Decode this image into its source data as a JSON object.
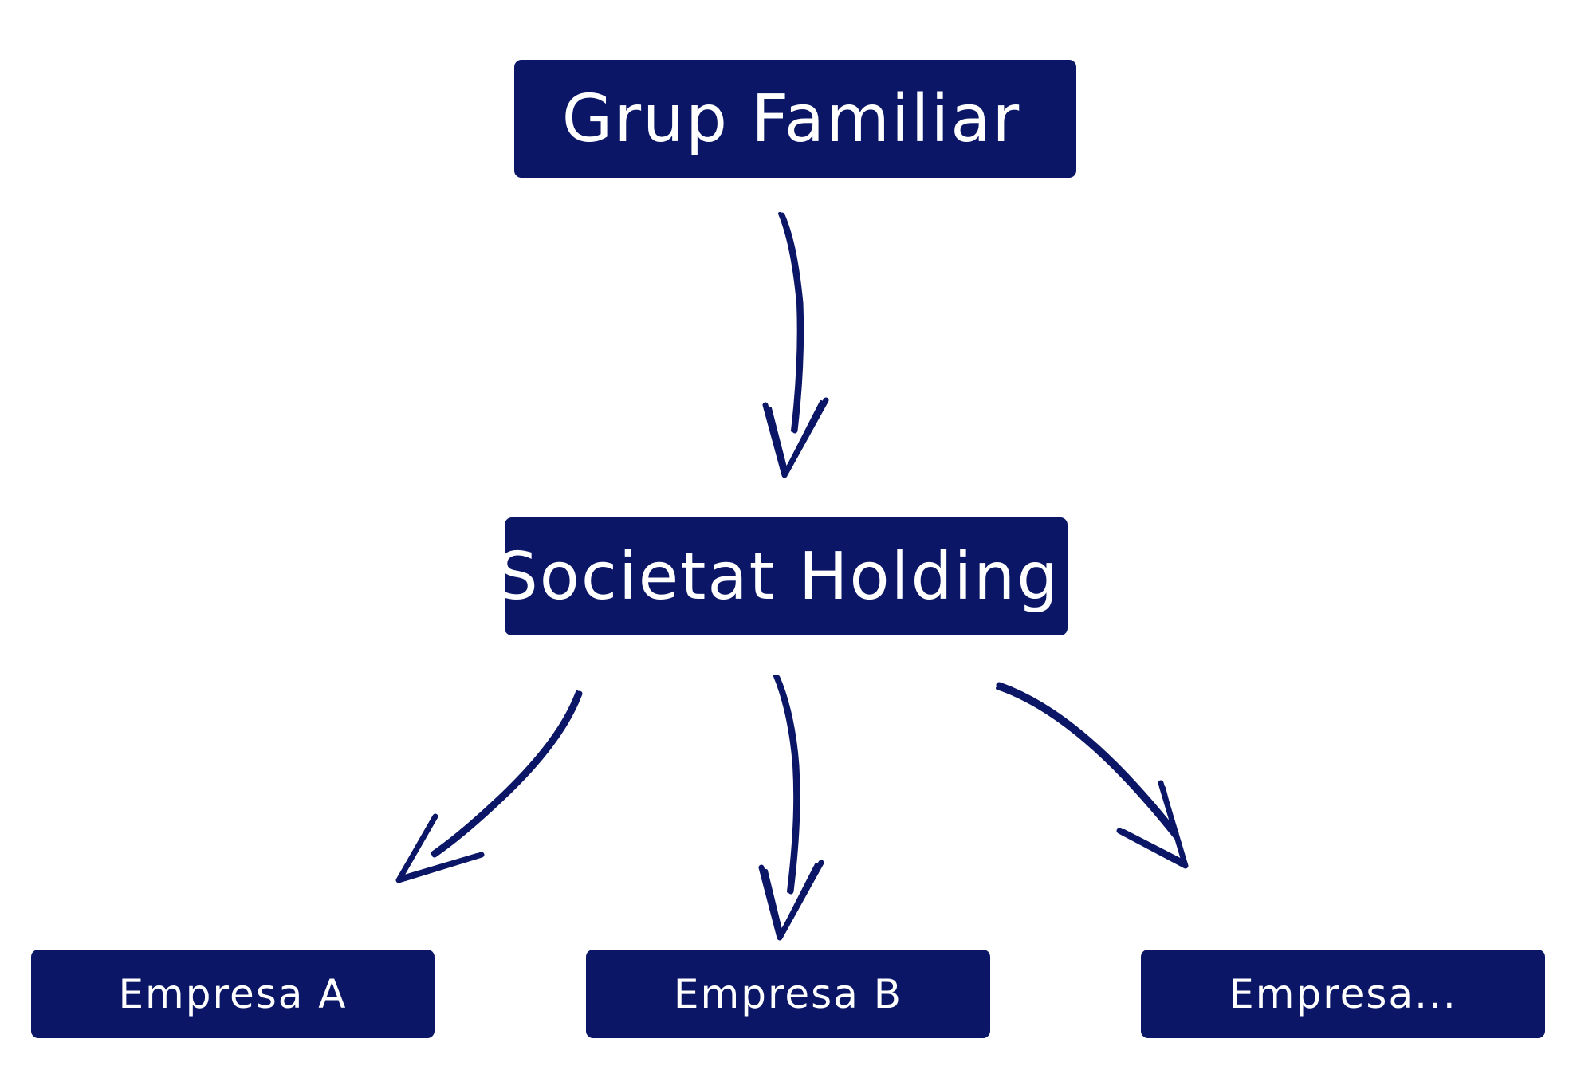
{
  "diagram": {
    "nodes": {
      "top": "Grup Familiar",
      "middle": "Societat Holding",
      "company_a": "Empresa A",
      "company_b": "Empresa B",
      "company_c": "Empresa..."
    },
    "edges": [
      {
        "from": "Grup Familiar",
        "to": "Societat Holding"
      },
      {
        "from": "Societat Holding",
        "to": "Empresa A"
      },
      {
        "from": "Societat Holding",
        "to": "Empresa B"
      },
      {
        "from": "Societat Holding",
        "to": "Empresa..."
      }
    ],
    "colors": {
      "box_fill": "#0b1766",
      "box_text": "#ffffff",
      "arrow": "#0b1766",
      "background": "#ffffff"
    }
  }
}
